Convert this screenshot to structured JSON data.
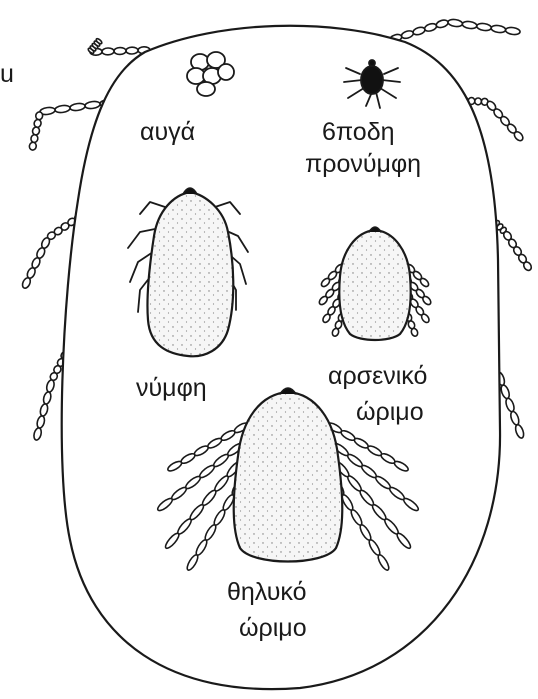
{
  "diagram": {
    "stray_mark": "u",
    "labels": {
      "eggs": "αυγά",
      "larva_line1": "6ποδη",
      "larva_line2": "προνύμφη",
      "nymph": "νύμφη",
      "male_line1": "αρσενικό",
      "male_line2": "ώριμο",
      "female_line1": "θηλυκό",
      "female_line2": "ώριμο"
    }
  }
}
